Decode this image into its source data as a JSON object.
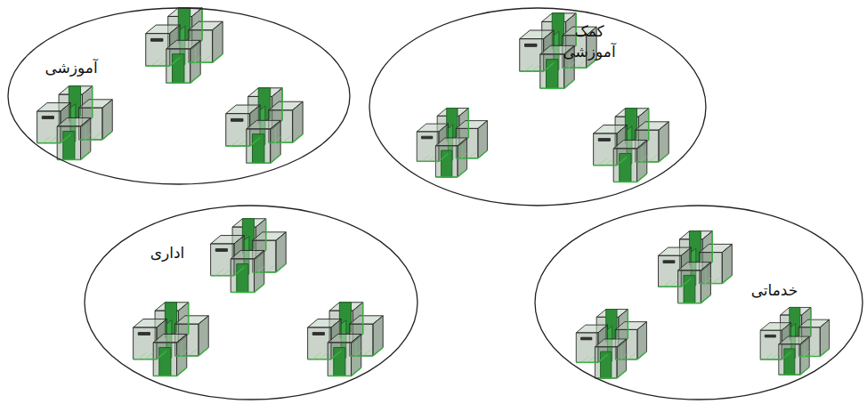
{
  "diagram": {
    "nodes": [
      {
        "text": [
          "کمک آموزشی"
        ]
      },
      {
        "text": [
          "آموزشی"
        ]
      },
      {
        "text": [
          "خدماتی"
        ]
      },
      {
        "text": [
          "اداری"
        ]
      }
    ]
  }
}
